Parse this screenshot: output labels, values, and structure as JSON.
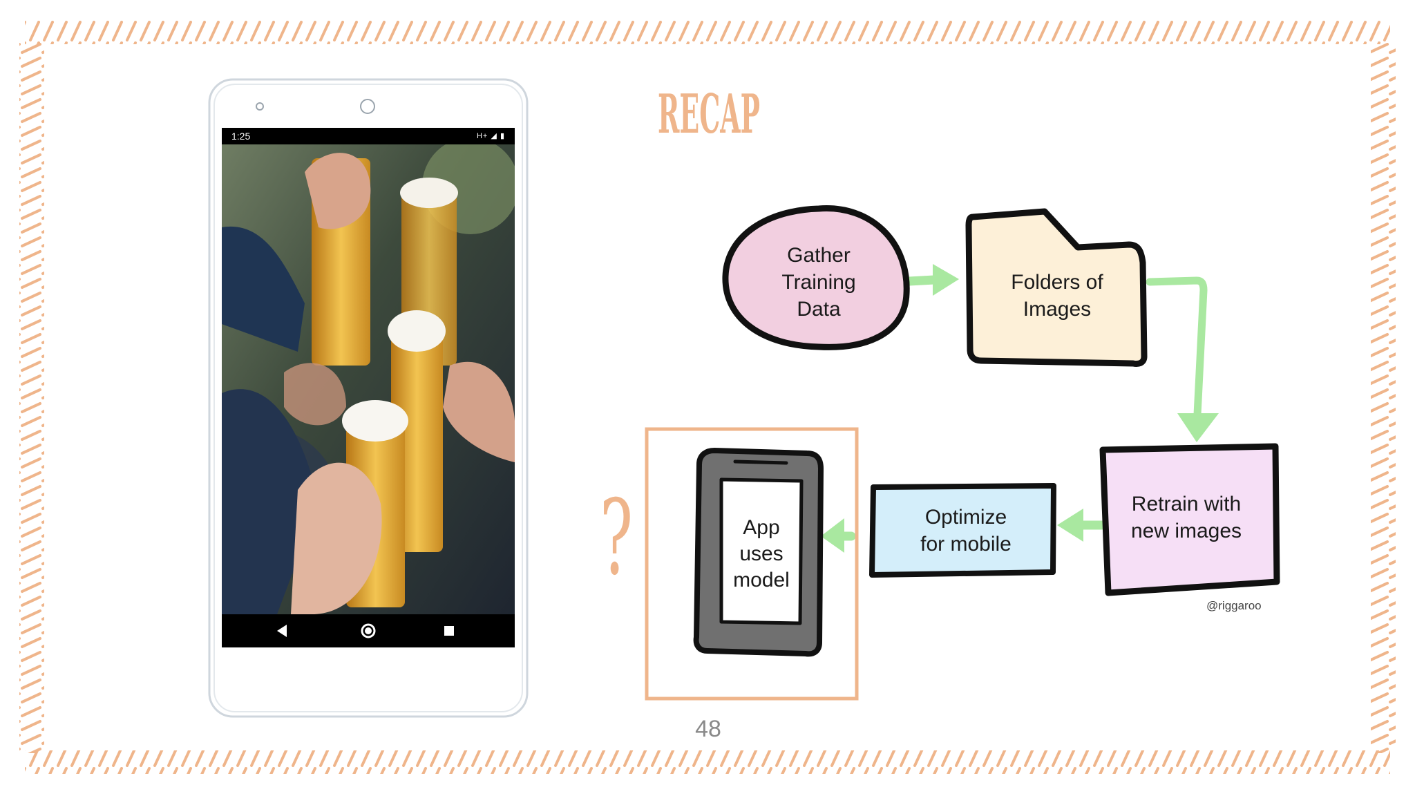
{
  "slide": {
    "title": "RECAP",
    "page_number": "48",
    "credit": "@riggaroo",
    "question_mark": "?"
  },
  "phone": {
    "status_time": "1:25",
    "status_icons": "H+"
  },
  "diagram": {
    "nodes": [
      {
        "id": "gather",
        "lines": [
          "Gather",
          "Training",
          "Data"
        ],
        "shape": "ellipse",
        "color": "#f2cfe0"
      },
      {
        "id": "folders",
        "lines": [
          "Folders of",
          "Images"
        ],
        "shape": "folder",
        "color": "#fdf0d8"
      },
      {
        "id": "retrain",
        "lines": [
          "Retrain with",
          "new images"
        ],
        "shape": "rectangle",
        "color": "#f6dff6"
      },
      {
        "id": "optimize",
        "lines": [
          "Optimize",
          "for mobile"
        ],
        "shape": "rectangle",
        "color": "#d4eefa"
      },
      {
        "id": "app",
        "lines": [
          "App",
          "uses",
          "model"
        ],
        "shape": "phone",
        "color": "#707070"
      }
    ],
    "edges": [
      {
        "from": "gather",
        "to": "folders"
      },
      {
        "from": "folders",
        "to": "retrain"
      },
      {
        "from": "retrain",
        "to": "optimize"
      },
      {
        "from": "optimize",
        "to": "app"
      }
    ],
    "colors": {
      "arrow": "#a9e8a0",
      "accent": "#efb58b",
      "outline": "#111111"
    }
  }
}
